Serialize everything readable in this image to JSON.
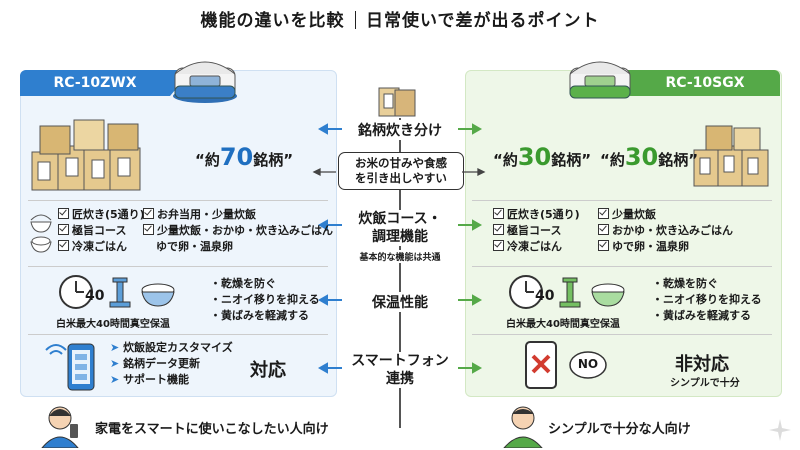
{
  "title": {
    "left": "機能の違いを比較",
    "right": "日常使いで差が出るポイント"
  },
  "models": {
    "left": "RC-10ZWX",
    "right": "RC-10SGX"
  },
  "rows": {
    "brand": {
      "label": "銘柄炊き分け",
      "bubble_line1": "お米の甘みや食感",
      "bubble_line2": "を引き出しやすい"
    },
    "course": {
      "label_line1": "炊飯コース・",
      "label_line2": "調理機能",
      "note": "基本的な機能は共通"
    },
    "keep": {
      "label": "保温性能"
    },
    "phone": {
      "label_line1": "スマートフォン",
      "label_line2": "連携"
    }
  },
  "left": {
    "brand_count": {
      "pre": "“約",
      "num": "70",
      "post": "銘柄”"
    },
    "course_col1": [
      "匠炊き(5通り)",
      "極旨コース",
      "冷凍ごはん"
    ],
    "course_col2": [
      "お弁当用・少量炊飯",
      "少量炊飯・おかゆ・炊き込みごはん",
      "ゆで卵・温泉卵"
    ],
    "keep_hours": "40",
    "keep_caption": "白米最大40時間真空保温",
    "keep_points": [
      "乾燥を防ぐ",
      "ニオイ移りを抑える",
      "黄ばみを軽減する"
    ],
    "app_features": [
      "炊飯設定カスタマイズ",
      "銘柄データ更新",
      "サポート機能"
    ],
    "app_status": "対応",
    "footer": "家電をスマートに使いこなしたい人向け"
  },
  "right": {
    "brand_count": {
      "pre": "“約",
      "num": "30",
      "post": "銘柄”"
    },
    "course_col1": [
      "匠炊き(5通り)",
      "極旨コース",
      "冷凍ごはん"
    ],
    "course_col2": [
      "少量炊飯",
      "おかゆ・炊き込みごはん",
      "ゆで卵・温泉卵"
    ],
    "keep_hours": "40",
    "keep_caption": "白米最大40時間真空保温",
    "keep_points": [
      "乾燥を防ぐ",
      "ニオイ移りを抑える",
      "黄ばみを軽減する"
    ],
    "no_label": "NO",
    "app_status": "非対応",
    "app_sub": "シンプルで十分",
    "footer": "シンプルで十分な人向け"
  },
  "colors": {
    "blue": "#2f7fcf",
    "green": "#55a948"
  },
  "icons": [
    "rice-bag-icon",
    "rice-cooker-icon",
    "arrow-left-icon",
    "arrow-right-icon",
    "checkbox-icon",
    "clock-icon",
    "vacuum-pump-icon",
    "rice-bowl-icon",
    "smartphone-icon",
    "wifi-icon",
    "cross-icon",
    "person-icon",
    "sparkle-icon"
  ]
}
